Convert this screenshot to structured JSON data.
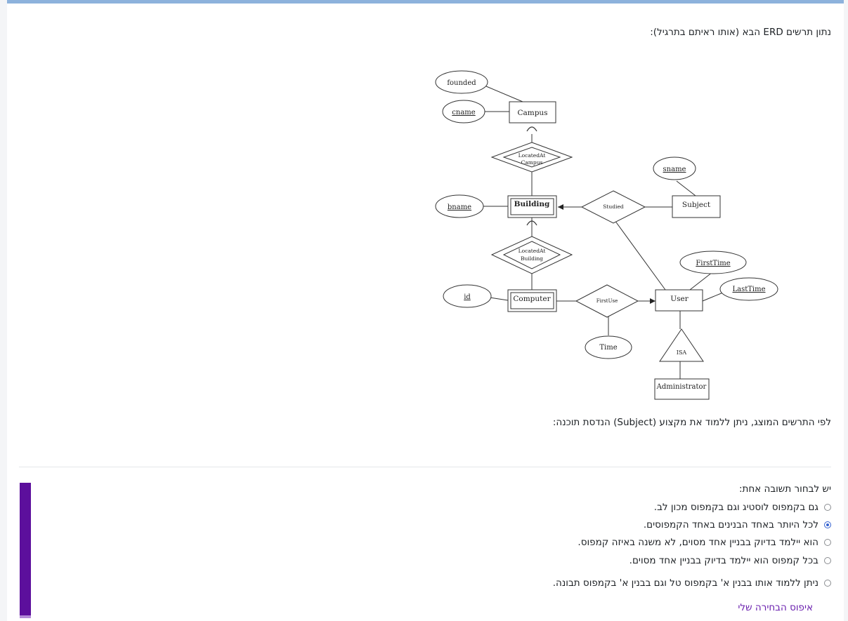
{
  "intro": "נתון תרשים  ERD הבא (אותו ראיתם בתרגיל):",
  "question": "לפי התרשים המוצג, ניתן ללמוד את מקצוע (Subject) הנדסת תוכנה:",
  "prompt": "יש לבחור תשובה אחת:",
  "options": [
    {
      "label": "גם בקמפוס לוסטיג וגם בקמפוס מכון לב.",
      "selected": false
    },
    {
      "label": "לכל היותר באחד הבנינים באחד הקמפוסים.",
      "selected": true
    },
    {
      "label": "הוא יילמד בדיוק בבניין אחד מסוים, לא משנה באיזה קמפוס.",
      "selected": false
    },
    {
      "label": "בכל קמפוס הוא יילמד בדיוק בבניין אחד מסוים.",
      "selected": false
    },
    {
      "label": "ניתן ללמוד אותו בבנין א' בקמפוס טל וגם בבנין א' בקמפוס תבונה.",
      "selected": false
    }
  ],
  "reset_label": "איפוס הבחירה שלי",
  "erd": {
    "founded": "founded",
    "cname": "cname",
    "campus": "Campus",
    "located_campus_1": "LocatedAt",
    "located_campus_2": "Campus",
    "sname": "sname",
    "bname": "bname",
    "building": "Building",
    "studied": "Studied",
    "subject": "Subject",
    "located_building_1": "LocatedAt",
    "located_building_2": "Building",
    "firsttime": "FirstTime",
    "lasttime": "LastTime",
    "id": "id",
    "computer": "Computer",
    "firstuse": "FirstUse",
    "user": "User",
    "time": "Time",
    "isa": "ISA",
    "administrator": "Administrator"
  },
  "colors": {
    "accent": "#5c0f9c",
    "link": "#6a1fae",
    "radio_selected": "#3562d0",
    "top_bar": "#8db2dc"
  }
}
